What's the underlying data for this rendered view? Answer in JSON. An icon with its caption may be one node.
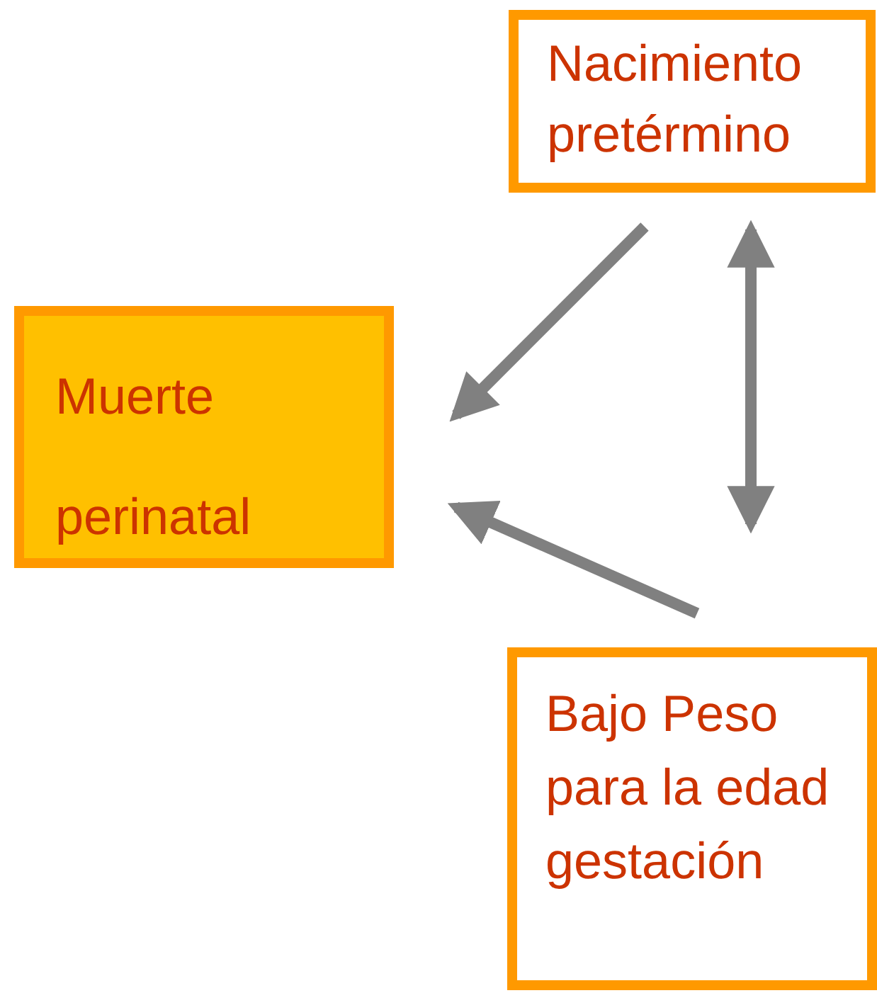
{
  "diagram": {
    "nodes": [
      {
        "text": [
          "Nacimiento pretérmino"
        ]
      },
      {
        "text": [
          "Muerte perinatal"
        ]
      },
      {
        "text": [
          "Bajo Peso para la edad gestación"
        ]
      }
    ],
    "edges": [
      {
        "from": 0,
        "to": 1,
        "arrow": "to"
      },
      {
        "from": 0,
        "to": 2,
        "arrow": "both"
      },
      {
        "from": 2,
        "to": 1,
        "arrow": "to"
      }
    ]
  }
}
